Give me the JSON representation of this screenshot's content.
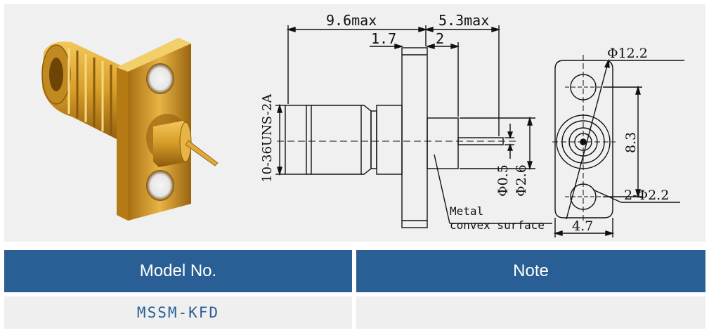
{
  "drawing": {
    "dim_body_length": "9.6max",
    "dim_pin_length": "5.3max",
    "dim_flange_width": "1.7",
    "dim_stub": "2",
    "dim_thread": "10-36UNS-2A",
    "dim_pin_dia": "Φ0.5",
    "dim_stub_dia": "Φ2.6",
    "dim_flange_dia": "Φ12.2",
    "dim_hole_spacing": "8.3",
    "dim_hole_dia": "2-Φ2.2",
    "dim_flange_face": "4.7",
    "note_line1": "Metal",
    "note_line2": "convex surface"
  },
  "table": {
    "headers": [
      "Model No.",
      "Note"
    ],
    "row": [
      "MSSM-KFD",
      ""
    ]
  },
  "colors": {
    "header_bg": "#2a5f96",
    "row_bg": "#efefef",
    "model_text": "#2a5f96",
    "connector_gold": "#c9921e"
  }
}
